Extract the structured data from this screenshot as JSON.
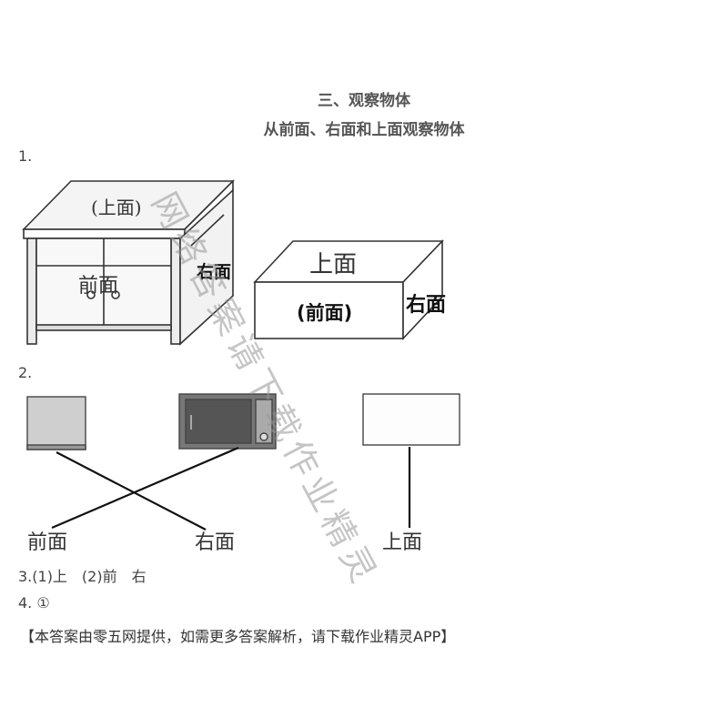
{
  "header": {
    "section_title": "三、观察物体",
    "subtitle": "从前面、右面和上面观察物体"
  },
  "q1": {
    "number": "1.",
    "cabinet": {
      "top_label": "(上面)",
      "front_label": "前面",
      "right_label": "右面"
    },
    "box": {
      "top_label": "上面",
      "front_label": "(前面)",
      "right_label": "右面"
    }
  },
  "q2": {
    "number": "2.",
    "labels": {
      "front": "前面",
      "right": "右面",
      "top": "上面"
    }
  },
  "q3": {
    "text": "3.(1)上　(2)前　右"
  },
  "q4": {
    "text": "4. ①"
  },
  "footer": {
    "note": "【本答案由零五网提供，如需更多答案解析，请下载作业精灵APP】"
  },
  "watermark": {
    "text": "网络答案请下载作业精灵"
  }
}
